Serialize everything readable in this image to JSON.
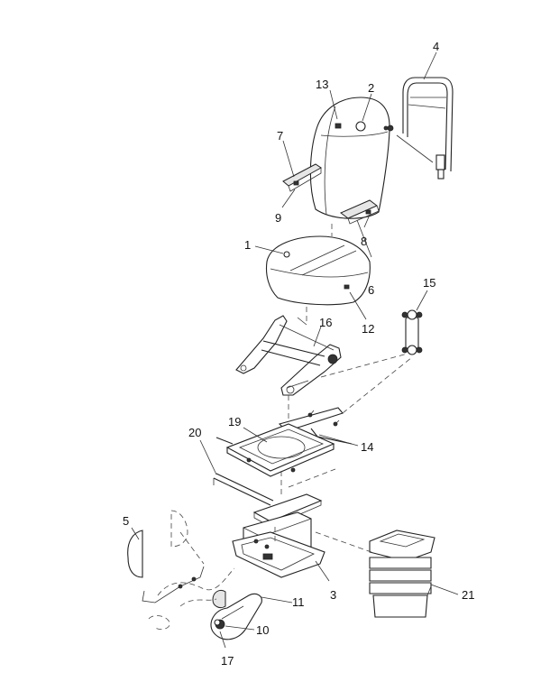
{
  "callouts": {
    "c1": "1",
    "c2": "2",
    "c3": "3",
    "c4": "4",
    "c5": "5",
    "c6": "6",
    "c7": "7",
    "c8": "8",
    "c9": "9",
    "c10": "10",
    "c11": "11",
    "c12": "12",
    "c13": "13",
    "c14": "14",
    "c15": "15",
    "c16": "16",
    "c17": "17",
    "c19": "19",
    "c20": "20",
    "c21": "21"
  }
}
